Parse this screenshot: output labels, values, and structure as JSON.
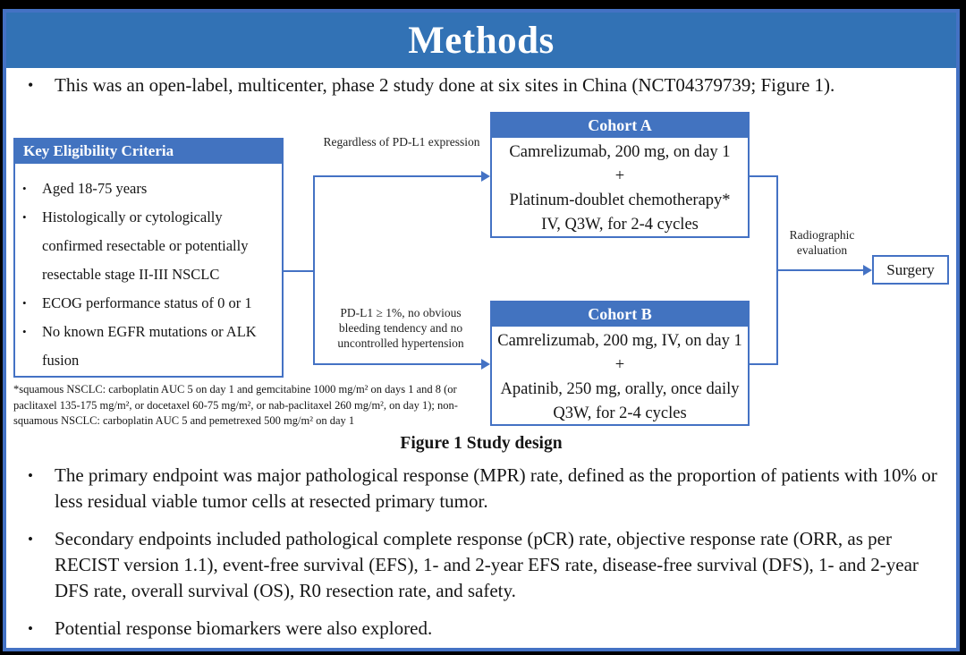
{
  "slide": {
    "title": "Methods",
    "intro_bullet": "This was an open-label, multicenter, phase 2 study done at six sites in China (NCT04379739; Figure 1).",
    "figure": {
      "eligibility": {
        "header": "Key Eligibility Criteria",
        "items": [
          "Aged 18-75 years",
          "Histologically or cytologically confirmed resectable or potentially resectable stage II-III NSCLC",
          "ECOG performance status of 0 or 1",
          "No known EGFR mutations or ALK fusion"
        ]
      },
      "branch_label_a": "Regardless of PD-L1 expression",
      "branch_label_b": "PD-L1 ≥ 1%, no obvious bleeding tendency and no uncontrolled hypertension",
      "cohort_a": {
        "header": "Cohort A",
        "lines": [
          "Camrelizumab, 200 mg, on day 1",
          "+",
          "Platinum-doublet chemotherapy*",
          "IV, Q3W, for 2-4 cycles"
        ]
      },
      "cohort_b": {
        "header": "Cohort B",
        "lines": [
          "Camrelizumab, 200 mg, IV, on day 1",
          "+",
          "Apatinib, 250 mg, orally, once daily",
          "Q3W, for 2-4 cycles"
        ]
      },
      "evaluation_label": "Radiographic evaluation",
      "surgery_label": "Surgery",
      "footnote": "*squamous NSCLC: carboplatin AUC 5 on day 1 and gemcitabine 1000 mg/m² on days 1 and 8 (or paclitaxel 135-175 mg/m², or docetaxel 60-75 mg/m², or nab-paclitaxel 260 mg/m², on day 1); non-squamous NSCLC: carboplatin AUC 5 and pemetrexed 500 mg/m² on day 1",
      "caption": "Figure 1 Study design"
    },
    "bullets": [
      "The primary endpoint was major pathological response (MPR) rate, defined as the proportion of patients with 10% or less residual viable tumor cells at resected primary tumor.",
      "Secondary endpoints included pathological complete response (pCR) rate, objective response rate (ORR, as per RECIST version 1.1), event-free survival (EFS), 1- and 2-year EFS rate, disease-free survival (DFS), 1- and 2-year DFS rate, overall survival (OS), R0 resection rate, and safety.",
      "Potential response biomarkers were also explored."
    ],
    "bullet_glyph": "•",
    "colors": {
      "banner_blue": "#3272B5",
      "accent_blue": "#4472C4"
    }
  }
}
